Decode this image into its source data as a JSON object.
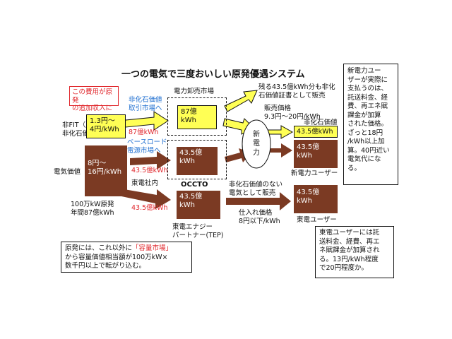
{
  "title": "一つの電気で三度おいしい原発優遇システム",
  "left_labels": {
    "nonfit_line1": "非FIT（原発）",
    "nonfit_line2": "非化石価値",
    "electric_value": "電気価値",
    "plant_line1": "100万kW原発",
    "plant_line2": "年間87億kWh"
  },
  "callout_red": {
    "line1": "この費用が原発",
    "line2": "の追加収入に"
  },
  "yellow_price": {
    "line1": "1.3円〜",
    "line2": "4円/kWh"
  },
  "brown_price": {
    "line1": "8円〜",
    "line2": "16円/kWh"
  },
  "labels": {
    "nonfossil_market_line1": "非化石価値",
    "nonfossil_market_line2": "取引市場へ",
    "kwh87_red": "87億kWh",
    "baseload_line1": "ベースロード",
    "baseload_line2": "電源市場へ",
    "kwh435_red_a": "43.5億kWh",
    "tepco_internal": "東電社内",
    "kwh435_red_b": "43.5億kWh",
    "wholesale_market": "電力卸売市場",
    "occto": "OCCTO",
    "tep_line1": "東電エナジー",
    "tep_line2": "パートナー(TEP)",
    "remaining_line1": "残る43.5億kWh分も非化",
    "remaining_line2": "石価値証書として販売",
    "sales_price_line1": "販売価格",
    "sales_price_line2": "9.3円〜20円/kWh",
    "new_power_circle_line1": "新",
    "new_power_circle_line2": "電",
    "new_power_circle_line3": "力",
    "nonfossil_value_label": "非化石価値",
    "new_power_users": "新電力ユーザー",
    "nonfossil_none_line1": "非化石価値のない",
    "nonfossil_none_line2": "電気として販売",
    "purchase_price_line1": "仕入れ価格",
    "purchase_price_line2": "8円以下/kWh",
    "tepco_users": "東電ユーザー"
  },
  "boxes": {
    "wholesale_yellow": {
      "line1": "87億",
      "line2": "kWh"
    },
    "wholesale_brown": {
      "line1": "43.5億",
      "line2": "kWh"
    },
    "tep_brown": {
      "line1": "43.5億",
      "line2": "kWh"
    },
    "new_user_yellow": "43.5億kWh",
    "new_user_brown": {
      "line1": "43.5億",
      "line2": "kWh"
    },
    "tepco_user_brown": {
      "line1": "43.5億",
      "line2": "kWh"
    }
  },
  "note_right": {
    "lines": [
      "新電力ユー",
      "ザーが実際に",
      "支払うのは、",
      "託送料金、経",
      "費、再エネ賦",
      "課金が加算",
      "された価格。",
      "ざっと18円",
      "/kWh以上加",
      "算。40円近い",
      "電気代になる。"
    ]
  },
  "note_bottom_left": {
    "line1_prefix": "原発には、これ以外に",
    "line1_highlight": "「容量市場」",
    "line2": "から容量価値相当額が100万kW×",
    "line3": "数千円以上で転がり込む。"
  },
  "note_bottom_right": {
    "lines": [
      "東電ユーザーには託",
      "送料金、経費、再エ",
      "ネ賦課金が加算され",
      "る。13円/kWh程度",
      "で20円程度か。"
    ]
  },
  "colors": {
    "brown": "#7b3a23",
    "yellow": "#ffff55",
    "red": "#e0262b",
    "blue": "#1f6fd0"
  }
}
